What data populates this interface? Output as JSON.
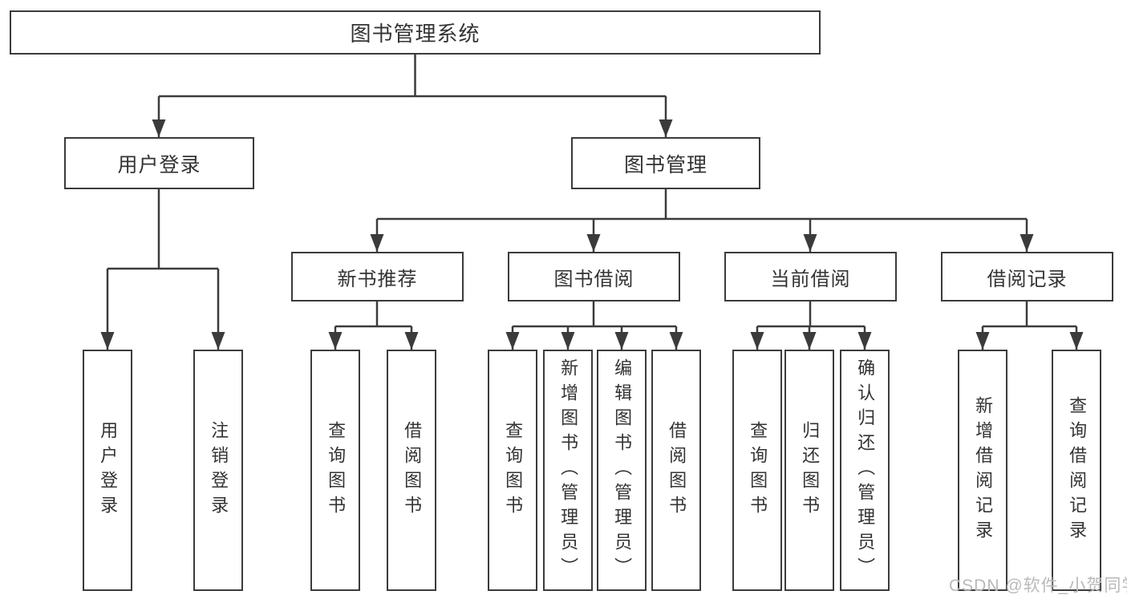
{
  "diagram": {
    "colors": {
      "line": "#3b3b3b",
      "text": "#333333",
      "box_background": "#ffffff",
      "background": "#ffffff",
      "watermark": "#b9b9b9"
    },
    "tree": {
      "root": {
        "label": "图书管理系统",
        "children": [
          {
            "label": "用户登录",
            "children": [
              {
                "label": "用户登录"
              },
              {
                "label": "注销登录"
              }
            ]
          },
          {
            "label": "图书管理",
            "children": [
              {
                "label": "新书推荐",
                "children": [
                  {
                    "label": "查询图书"
                  },
                  {
                    "label": "借阅图书"
                  }
                ]
              },
              {
                "label": "图书借阅",
                "children": [
                  {
                    "label": "查询图书"
                  },
                  {
                    "label": "新增图书（管理员）"
                  },
                  {
                    "label": "编辑图书（管理员）"
                  },
                  {
                    "label": "借阅图书"
                  }
                ]
              },
              {
                "label": "当前借阅",
                "children": [
                  {
                    "label": "查询图书"
                  },
                  {
                    "label": "归还图书"
                  },
                  {
                    "label": "确认归还（管理员）"
                  }
                ]
              },
              {
                "label": "借阅记录",
                "children": [
                  {
                    "label": "新增借阅记录"
                  },
                  {
                    "label": "查询借阅记录"
                  }
                ]
              }
            ]
          }
        ]
      }
    },
    "watermark": {
      "text": "CSDN @软件_小贺同学"
    }
  }
}
